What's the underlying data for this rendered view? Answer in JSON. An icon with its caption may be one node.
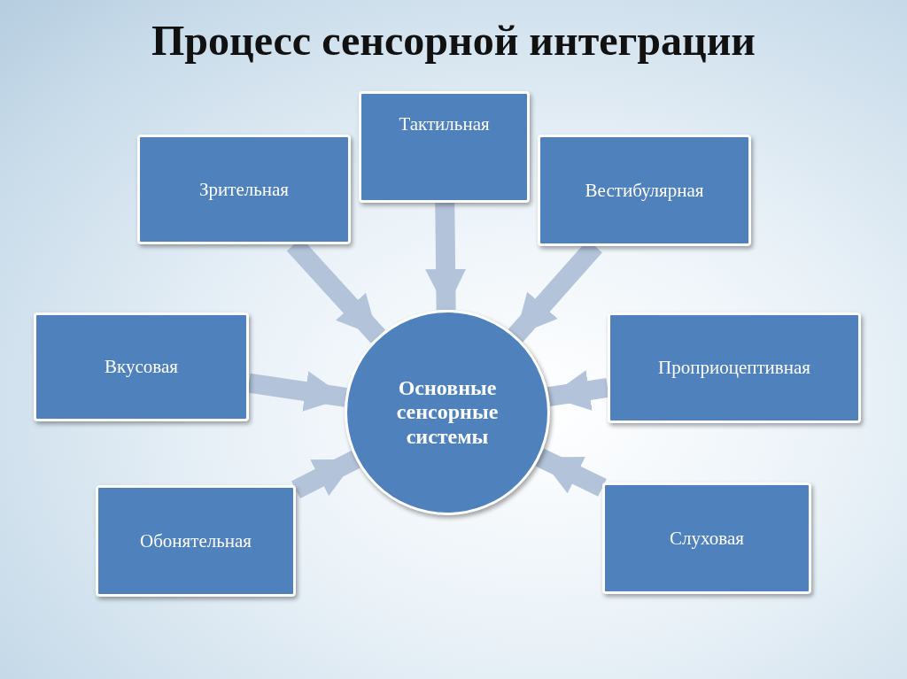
{
  "diagram": {
    "title": "Процесс сенсорной интеграции",
    "nodes": [
      {
        "text": [
          "Зрительная"
        ]
      },
      {
        "text": [
          "Тактильная"
        ]
      },
      {
        "text": [
          "Вестибулярная"
        ]
      },
      {
        "text": [
          "Вкусовая"
        ]
      },
      {
        "text": [
          "Основные сенсорные системы"
        ]
      },
      {
        "text": [
          "Проприоцептивная"
        ]
      },
      {
        "text": [
          "Обонятельная"
        ]
      },
      {
        "text": [
          "Слуховая"
        ]
      }
    ],
    "edges": [
      {
        "from": 0,
        "to": 4,
        "arrow": "to"
      },
      {
        "from": 1,
        "to": 4,
        "arrow": "to"
      },
      {
        "from": 2,
        "to": 4,
        "arrow": "to"
      },
      {
        "from": 3,
        "to": 4,
        "arrow": "to"
      },
      {
        "from": 5,
        "to": 4,
        "arrow": "to"
      },
      {
        "from": 6,
        "to": 4,
        "arrow": "to"
      },
      {
        "from": 7,
        "to": 4,
        "arrow": "to"
      }
    ]
  }
}
